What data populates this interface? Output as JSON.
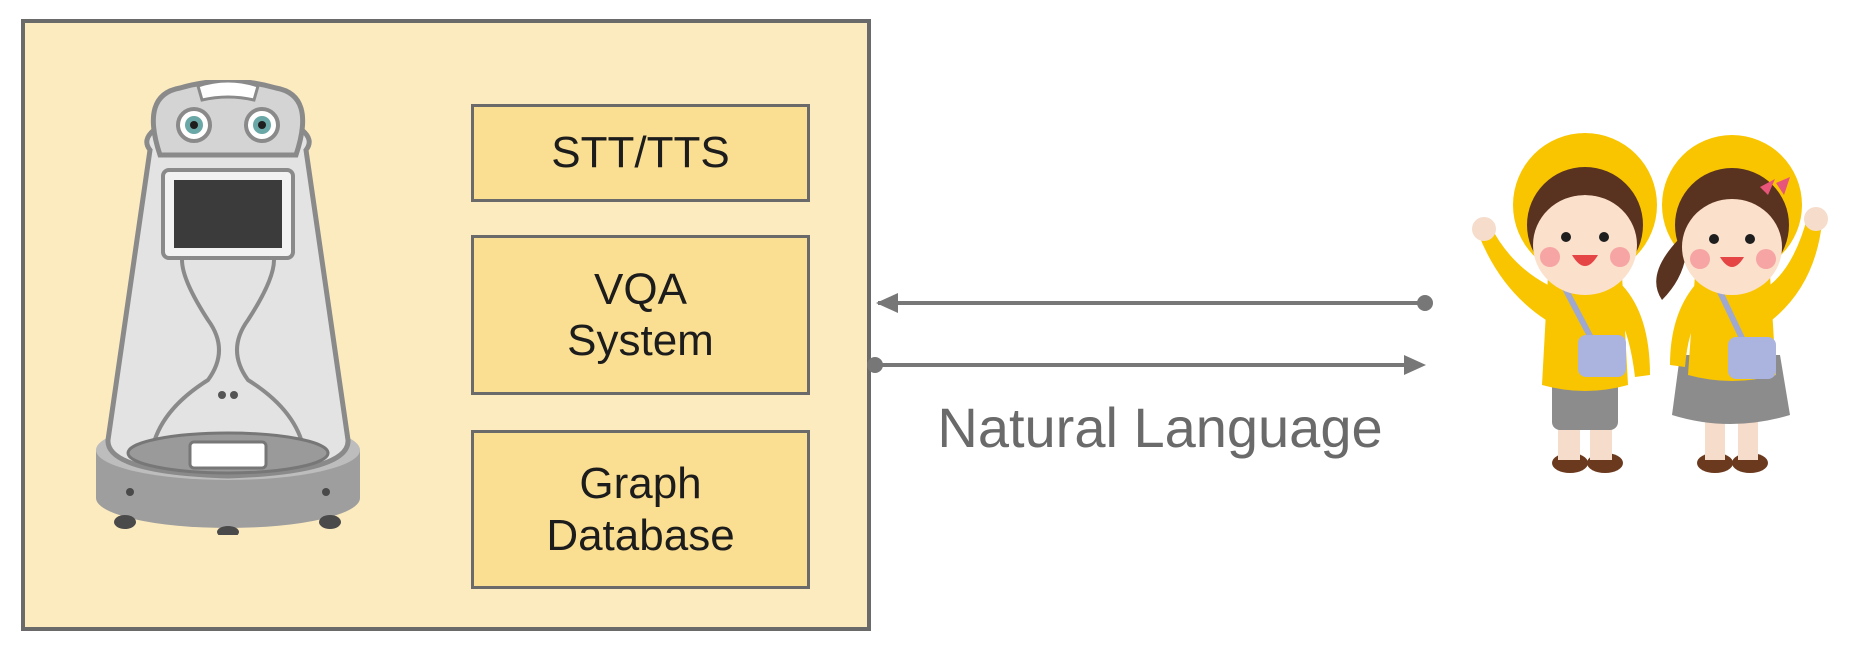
{
  "colors": {
    "system_fill": "#fdebc0",
    "module_fill": "#fadf92",
    "border": "#6a6a6a",
    "arrow": "#777777",
    "kid_yellow": "#f8c500"
  },
  "modules": [
    {
      "lines": [
        "STT/TTS"
      ]
    },
    {
      "lines": [
        "VQA",
        "System"
      ]
    },
    {
      "lines": [
        "Graph",
        "Database"
      ]
    }
  ],
  "arrow_label": "Natural Language",
  "icons": {
    "robot": "robot-icon",
    "kids": "children-icon"
  }
}
